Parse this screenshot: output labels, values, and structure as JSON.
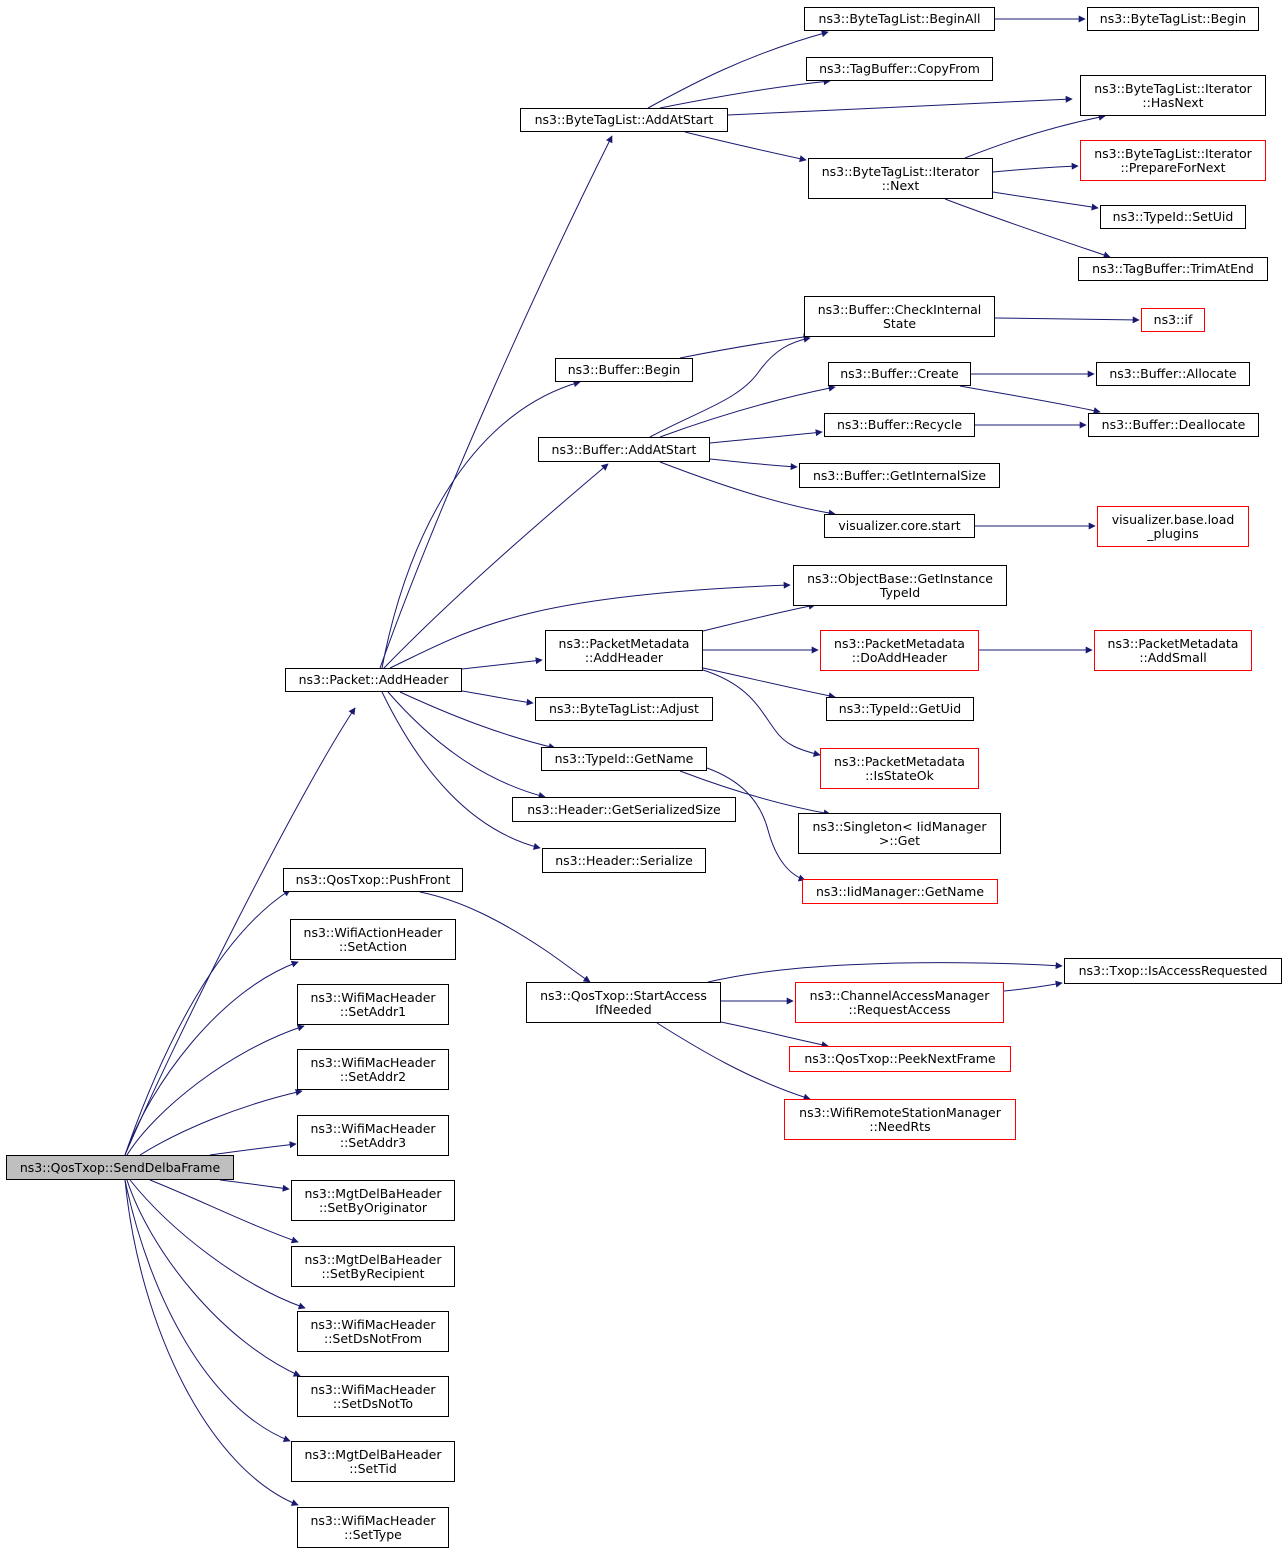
{
  "diagram": {
    "colors": {
      "edge": "#191970",
      "node_border": "#000000",
      "external_border": "#ff0000",
      "root_fill": "#bfbfbf"
    },
    "nodes": [
      {
        "id": "send_delba",
        "label": "ns3::QosTxop::SendDelbaFrame",
        "style": "root"
      },
      {
        "id": "pkt_addheader",
        "label": "ns3::Packet::AddHeader"
      },
      {
        "id": "pushfront",
        "label": "ns3::QosTxop::PushFront"
      },
      {
        "id": "action_setaction",
        "label": "ns3::WifiActionHeader\n::SetAction"
      },
      {
        "id": "setaddr1",
        "label": "ns3::WifiMacHeader\n::SetAddr1"
      },
      {
        "id": "setaddr2",
        "label": "ns3::WifiMacHeader\n::SetAddr2"
      },
      {
        "id": "setaddr3",
        "label": "ns3::WifiMacHeader\n::SetAddr3"
      },
      {
        "id": "setbyoriginator",
        "label": "ns3::MgtDelBaHeader\n::SetByOriginator"
      },
      {
        "id": "setbyrecipient",
        "label": "ns3::MgtDelBaHeader\n::SetByRecipient"
      },
      {
        "id": "setdsnotfrom",
        "label": "ns3::WifiMacHeader\n::SetDsNotFrom"
      },
      {
        "id": "setdsnotto",
        "label": "ns3::WifiMacHeader\n::SetDsNotTo"
      },
      {
        "id": "settid",
        "label": "ns3::MgtDelBaHeader\n::SetTid"
      },
      {
        "id": "settype",
        "label": "ns3::WifiMacHeader\n::SetType"
      },
      {
        "id": "btl_addatstart",
        "label": "ns3::ByteTagList::AddAtStart"
      },
      {
        "id": "buf_begin",
        "label": "ns3::Buffer::Begin"
      },
      {
        "id": "buf_addatstart",
        "label": "ns3::Buffer::AddAtStart"
      },
      {
        "id": "objbase_getinstancetypeid",
        "label": "ns3::ObjectBase::GetInstance\nTypeId"
      },
      {
        "id": "pm_addheader",
        "label": "ns3::PacketMetadata\n::AddHeader"
      },
      {
        "id": "btl_adjust",
        "label": "ns3::ByteTagList::Adjust"
      },
      {
        "id": "typeid_getname",
        "label": "ns3::TypeId::GetName"
      },
      {
        "id": "hdr_getserializedsize",
        "label": "ns3::Header::GetSerializedSize"
      },
      {
        "id": "hdr_serialize",
        "label": "ns3::Header::Serialize"
      },
      {
        "id": "btl_beginall",
        "label": "ns3::ByteTagList::BeginAll"
      },
      {
        "id": "btl_begin",
        "label": "ns3::ByteTagList::Begin"
      },
      {
        "id": "tagbuf_copyfrom",
        "label": "ns3::TagBuffer::CopyFrom"
      },
      {
        "id": "btl_it_hasnext",
        "label": "ns3::ByteTagList::Iterator\n::HasNext"
      },
      {
        "id": "btl_it_next",
        "label": "ns3::ByteTagList::Iterator\n::Next"
      },
      {
        "id": "btl_it_preparefornext",
        "label": "ns3::ByteTagList::Iterator\n::PrepareForNext",
        "style": "external"
      },
      {
        "id": "typeid_setuid",
        "label": "ns3::TypeId::SetUid"
      },
      {
        "id": "tagbuf_trimatend",
        "label": "ns3::TagBuffer::TrimAtEnd"
      },
      {
        "id": "buf_checkinternalstate",
        "label": "ns3::Buffer::CheckInternal\nState"
      },
      {
        "id": "ns3_if",
        "label": "ns3::if",
        "style": "external"
      },
      {
        "id": "buf_create",
        "label": "ns3::Buffer::Create"
      },
      {
        "id": "buf_allocate",
        "label": "ns3::Buffer::Allocate"
      },
      {
        "id": "buf_recycle",
        "label": "ns3::Buffer::Recycle"
      },
      {
        "id": "buf_deallocate",
        "label": "ns3::Buffer::Deallocate"
      },
      {
        "id": "buf_getinternalsize",
        "label": "ns3::Buffer::GetInternalSize"
      },
      {
        "id": "vis_core_start",
        "label": "visualizer.core.start"
      },
      {
        "id": "vis_base_loadplugins",
        "label": "visualizer.base.load\n_plugins",
        "style": "external"
      },
      {
        "id": "pm_doaddheader",
        "label": "ns3::PacketMetadata\n::DoAddHeader",
        "style": "external"
      },
      {
        "id": "pm_addsmall",
        "label": "ns3::PacketMetadata\n::AddSmall",
        "style": "external"
      },
      {
        "id": "typeid_getuid",
        "label": "ns3::TypeId::GetUid"
      },
      {
        "id": "pm_isstateok",
        "label": "ns3::PacketMetadata\n::IsStateOk",
        "style": "external"
      },
      {
        "id": "singleton_get",
        "label": "ns3::Singleton< IidManager\n>::Get"
      },
      {
        "id": "iidmanager_getname",
        "label": "ns3::IidManager::GetName",
        "style": "external"
      },
      {
        "id": "startaccessifneeded",
        "label": "ns3::QosTxop::StartAccess\nIfNeeded"
      },
      {
        "id": "txop_isaccessrequested",
        "label": "ns3::Txop::IsAccessRequested"
      },
      {
        "id": "cam_requestaccess",
        "label": "ns3::ChannelAccessManager\n::RequestAccess",
        "style": "external"
      },
      {
        "id": "peeknextframe",
        "label": "ns3::QosTxop::PeekNextFrame",
        "style": "external"
      },
      {
        "id": "wrsm_needrts",
        "label": "ns3::WifiRemoteStationManager\n::NeedRts",
        "style": "external"
      }
    ],
    "edges": [
      [
        "send_delba",
        "pkt_addheader"
      ],
      [
        "send_delba",
        "pushfront"
      ],
      [
        "send_delba",
        "action_setaction"
      ],
      [
        "send_delba",
        "setaddr1"
      ],
      [
        "send_delba",
        "setaddr2"
      ],
      [
        "send_delba",
        "setaddr3"
      ],
      [
        "send_delba",
        "setbyoriginator"
      ],
      [
        "send_delba",
        "setbyrecipient"
      ],
      [
        "send_delba",
        "setdsnotfrom"
      ],
      [
        "send_delba",
        "setdsnotto"
      ],
      [
        "send_delba",
        "settid"
      ],
      [
        "send_delba",
        "settype"
      ],
      [
        "pkt_addheader",
        "btl_addatstart"
      ],
      [
        "pkt_addheader",
        "buf_begin"
      ],
      [
        "pkt_addheader",
        "buf_addatstart"
      ],
      [
        "pkt_addheader",
        "objbase_getinstancetypeid"
      ],
      [
        "pkt_addheader",
        "pm_addheader"
      ],
      [
        "pkt_addheader",
        "btl_adjust"
      ],
      [
        "pkt_addheader",
        "typeid_getname"
      ],
      [
        "pkt_addheader",
        "hdr_getserializedsize"
      ],
      [
        "pkt_addheader",
        "hdr_serialize"
      ],
      [
        "btl_addatstart",
        "btl_beginall"
      ],
      [
        "btl_addatstart",
        "tagbuf_copyfrom"
      ],
      [
        "btl_addatstart",
        "btl_it_hasnext"
      ],
      [
        "btl_addatstart",
        "btl_it_next"
      ],
      [
        "btl_beginall",
        "btl_begin"
      ],
      [
        "btl_it_next",
        "btl_it_hasnext"
      ],
      [
        "btl_it_next",
        "btl_it_preparefornext"
      ],
      [
        "btl_it_next",
        "typeid_setuid"
      ],
      [
        "btl_it_next",
        "tagbuf_trimatend"
      ],
      [
        "buf_begin",
        "buf_checkinternalstate"
      ],
      [
        "buf_checkinternalstate",
        "ns3_if"
      ],
      [
        "buf_addatstart",
        "buf_checkinternalstate"
      ],
      [
        "buf_addatstart",
        "buf_create"
      ],
      [
        "buf_addatstart",
        "buf_recycle"
      ],
      [
        "buf_addatstart",
        "buf_getinternalsize"
      ],
      [
        "buf_addatstart",
        "vis_core_start"
      ],
      [
        "buf_create",
        "buf_allocate"
      ],
      [
        "buf_create",
        "buf_deallocate"
      ],
      [
        "buf_recycle",
        "buf_deallocate"
      ],
      [
        "vis_core_start",
        "vis_base_loadplugins"
      ],
      [
        "pm_addheader",
        "objbase_getinstancetypeid"
      ],
      [
        "pm_addheader",
        "pm_doaddheader"
      ],
      [
        "pm_addheader",
        "typeid_getuid"
      ],
      [
        "pm_addheader",
        "pm_isstateok"
      ],
      [
        "pm_doaddheader",
        "pm_addsmall"
      ],
      [
        "typeid_getname",
        "singleton_get"
      ],
      [
        "typeid_getname",
        "iidmanager_getname"
      ],
      [
        "pushfront",
        "startaccessifneeded"
      ],
      [
        "startaccessifneeded",
        "txop_isaccessrequested"
      ],
      [
        "startaccessifneeded",
        "cam_requestaccess"
      ],
      [
        "startaccessifneeded",
        "peeknextframe"
      ],
      [
        "startaccessifneeded",
        "wrsm_needrts"
      ],
      [
        "cam_requestaccess",
        "txop_isaccessrequested"
      ]
    ]
  }
}
